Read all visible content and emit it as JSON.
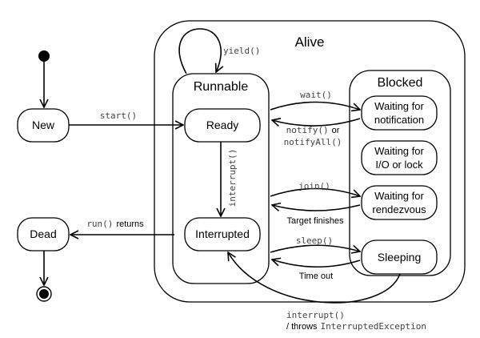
{
  "containers": {
    "alive": "Alive",
    "runnable": "Runnable",
    "blocked": "Blocked"
  },
  "states": {
    "new": "New",
    "dead": "Dead",
    "ready": "Ready",
    "interrupted": "Interrupted",
    "waiting_notification": [
      "Waiting for",
      "notification"
    ],
    "waiting_io": [
      "Waiting for",
      "I/O or lock"
    ],
    "waiting_rendezvous": [
      "Waiting for",
      "rendezvous"
    ],
    "sleeping": "Sleeping"
  },
  "transitions": {
    "yield": "yield()",
    "start": "start()",
    "interrupt_vertical": "interrupt()",
    "run_returns_code": "run()",
    "run_returns_text": "returns",
    "wait": "wait()",
    "notify_code": "notify()",
    "notify_or": "or",
    "notify_all": "notifyAll()",
    "join": "join()",
    "target_finishes": "Target finishes",
    "sleep": "sleep()",
    "time_out": "Time out",
    "interrupt_bottom": "interrupt()",
    "throws_text": "/ throws",
    "throws_exception": "InterruptedException"
  }
}
